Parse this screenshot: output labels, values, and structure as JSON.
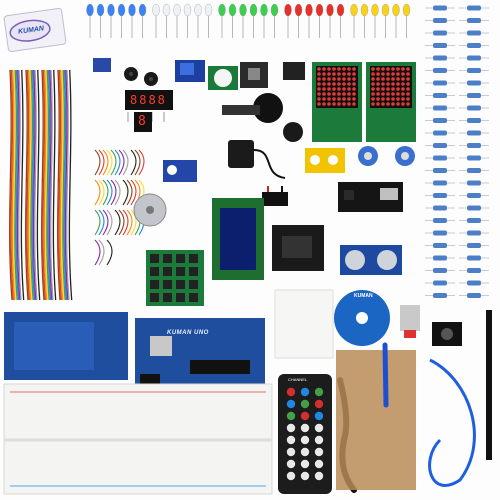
{
  "labels": {
    "box_brand": "KUMAN",
    "board_brand": "KUMAN UNO",
    "seven_segment_4": "8888",
    "seven_segment_1": "8",
    "cd_brand": "KUMAN",
    "remote_channel": "CHANNEL"
  },
  "colors": {
    "led_blue": "#3b82f6",
    "led_white": "#eef2f7",
    "led_green": "#3ccf4e",
    "led_red": "#e8302a",
    "led_yellow": "#f6d21a",
    "board_blue": "#1f4e9e",
    "breadboard": "#f4f4f2",
    "jumper_colors": [
      "#8b4513",
      "#e53935",
      "#fb8c00",
      "#fdd835",
      "#43a047",
      "#1e88e5",
      "#8e24aa",
      "#9e9e9e",
      "#ffffff",
      "#212121"
    ]
  }
}
